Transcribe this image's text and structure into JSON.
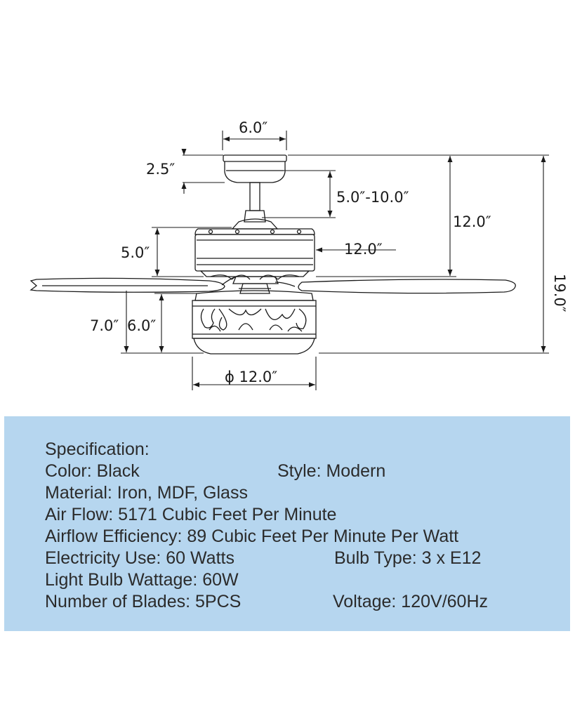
{
  "dimensions": {
    "canopy_width": "6.0″",
    "canopy_height": "2.5″",
    "downrod_length": "5.0″-10.0″",
    "height_to_blades": "12.0″",
    "total_height": "19.0″",
    "motor_height": "5.0″",
    "motor_width": "12.0″",
    "light_kit_total": "7.0″",
    "light_kit_height": "6.0″",
    "light_kit_diameter": "ϕ 12.0″"
  },
  "specification": {
    "heading": "Specification:",
    "color": "Color: Black",
    "style": "Style: Modern",
    "material": "Material: Iron, MDF, Glass",
    "air_flow": "Air Flow: 5171 Cubic Feet Per Minute",
    "airflow_efficiency": "Airflow Efficiency: 89 Cubic Feet Per Minute Per Watt",
    "electricity_use": "Electricity Use: 60 Watts",
    "bulb_type": "Bulb Type: 3 x E12",
    "bulb_wattage": "Light Bulb Wattage: 60W",
    "blades": "Number of Blades: 5PCS",
    "voltage": "Voltage: 120V/60Hz"
  },
  "colors": {
    "panel_background": "#b6d6ef",
    "line_color": "#1a1a1a"
  }
}
